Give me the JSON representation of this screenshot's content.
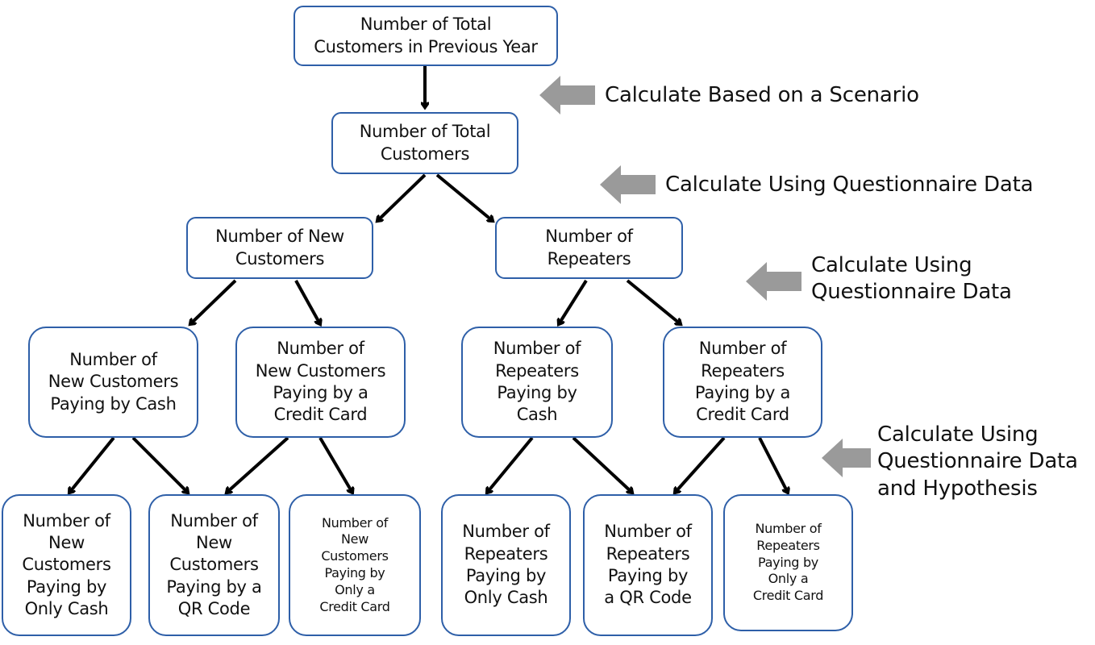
{
  "colors": {
    "node_border": "#2e5fa8",
    "connector_arrow": "#000000",
    "side_arrow": "#9a9a9a",
    "text": "#111111"
  },
  "nodes": {
    "prev_year_total": "Number of Total\nCustomers in Previous Year",
    "total": "Number of Total\nCustomers",
    "new_customers": "Number of New\nCustomers",
    "repeaters": "Number of\nRepeaters",
    "new_cash": "Number of\nNew Customers\nPaying by Cash",
    "new_credit": "Number of\nNew Customers\nPaying by a\nCredit Card",
    "rep_cash": "Number of\nRepeaters\nPaying by\nCash",
    "rep_credit": "Number of\nRepeaters\nPaying by a\nCredit Card",
    "new_only_cash": "Number of\nNew\nCustomers\nPaying by\nOnly Cash",
    "new_qr": "Number of\nNew\nCustomers\nPaying by a\nQR Code",
    "new_only_credit": "Number of\nNew\nCustomers\nPaying by\nOnly a\nCredit Card",
    "rep_only_cash": "Number of\nRepeaters\nPaying by\nOnly Cash",
    "rep_qr": "Number of\nRepeaters\nPaying by\na QR Code",
    "rep_only_credit": "Number of\nRepeaters\nPaying by\nOnly a\nCredit Card"
  },
  "annotations": {
    "scenario": "Calculate Based on a Scenario",
    "questionnaire_1": "Calculate Using Questionnaire Data",
    "questionnaire_2": "Calculate Using\nQuestionnaire Data",
    "questionnaire_hypothesis": "Calculate Using\nQuestionnaire Data\nand Hypothesis"
  }
}
